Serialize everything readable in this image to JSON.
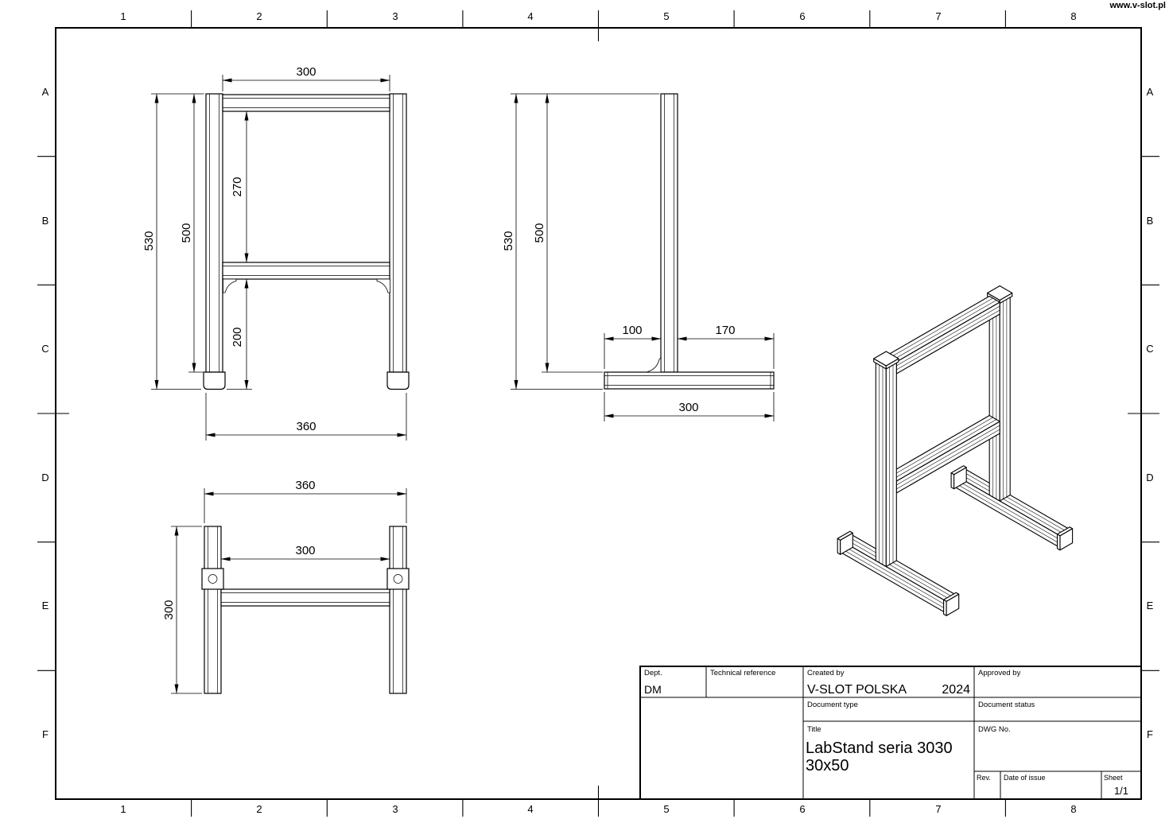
{
  "sheet": {
    "website": "www.v-slot.pl",
    "columns": [
      "1",
      "2",
      "3",
      "4",
      "5",
      "6",
      "7",
      "8"
    ],
    "rows": [
      "A",
      "B",
      "C",
      "D",
      "E",
      "F"
    ]
  },
  "views": {
    "front": {
      "top_width": "300",
      "total_height": "530",
      "leg_height": "500",
      "upper_gap": "270",
      "lower_gap": "200",
      "base_width": "360"
    },
    "side": {
      "total_height": "530",
      "leg_height": "500",
      "front_offset": "100",
      "rear_offset": "170",
      "base_length": "300"
    },
    "top": {
      "outer_width": "360",
      "inner_width": "300",
      "depth": "300"
    }
  },
  "title_block": {
    "dept_label": "Dept.",
    "dept": "DM",
    "technical_reference_label": "Technical reference",
    "created_by_label": "Created by",
    "created_by": "V-SLOT POLSKA",
    "year": "2024",
    "approved_by_label": "Approved by",
    "document_type_label": "Document type",
    "document_status_label": "Document status",
    "title_label": "Title",
    "title_line1": "LabStand seria 3030",
    "title_line2": "30x50",
    "dwg_label": "DWG No.",
    "rev_label": "Rev.",
    "date_label": "Date of issue",
    "sheet_label": "Sheet",
    "sheet_number": "1/1"
  }
}
